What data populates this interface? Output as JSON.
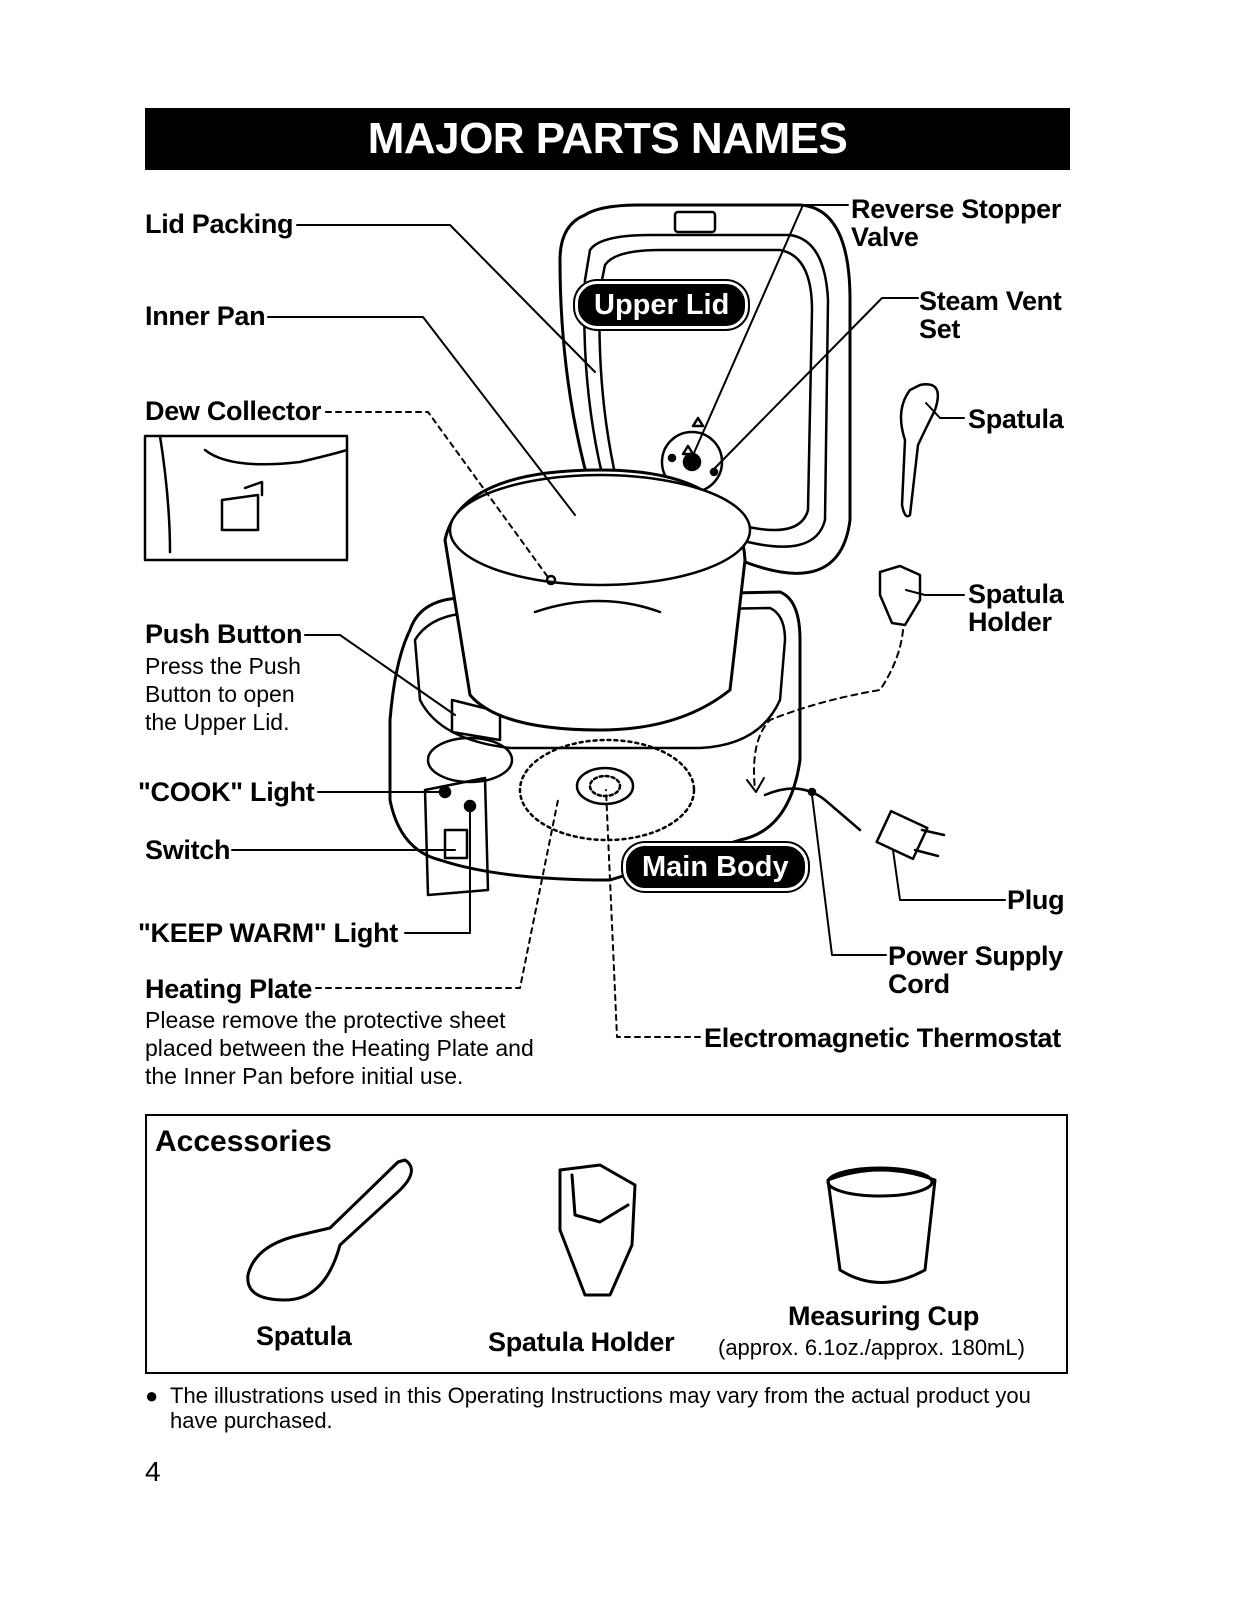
{
  "title": "MAJOR PARTS NAMES",
  "labels": {
    "lid_packing": "Lid Packing",
    "inner_pan": "Inner Pan",
    "dew_collector": "Dew Collector",
    "push_button": "Push Button",
    "push_button_note": [
      "Press the Push",
      "Button to open",
      "the Upper Lid."
    ],
    "cook_light": "\"COOK\" Light",
    "switch": "Switch",
    "keep_warm_light": "\"KEEP WARM\" Light",
    "heating_plate": "Heating Plate",
    "heating_plate_note": [
      "Please remove the protective sheet",
      "placed between the Heating Plate and",
      "the Inner Pan before initial use."
    ],
    "reverse_stopper_valve": [
      "Reverse Stopper",
      "Valve"
    ],
    "steam_vent_set": [
      "Steam Vent",
      "Set"
    ],
    "spatula": "Spatula",
    "spatula_holder": [
      "Spatula",
      "Holder"
    ],
    "plug": "Plug",
    "power_supply_cord": [
      "Power Supply",
      "Cord"
    ],
    "electromagnetic_thermostat": "Electromagnetic Thermostat",
    "upper_lid": "Upper Lid",
    "main_body": "Main Body"
  },
  "accessories": {
    "heading": "Accessories",
    "items": [
      {
        "name": "Spatula"
      },
      {
        "name": "Spatula Holder"
      },
      {
        "name": "Measuring Cup",
        "detail": "(approx. 6.1oz./approx. 180mL)"
      }
    ]
  },
  "footnote": {
    "bullet": "●",
    "lines": [
      "The illustrations used in this Operating Instructions may vary from the actual product you",
      "have purchased."
    ]
  },
  "page_number": "4"
}
